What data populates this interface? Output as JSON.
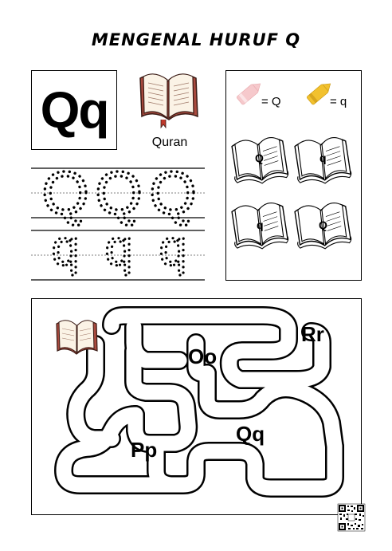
{
  "title": "MENGENAL HURUF Q",
  "letter_card": {
    "letters": "Qq"
  },
  "picture": {
    "word": "Quran",
    "icon": "open-book-icon"
  },
  "tracing": {
    "uppercase_row": [
      "Q",
      "Q",
      "Q"
    ],
    "lowercase_row": [
      "q",
      "q",
      "q"
    ]
  },
  "coloring": {
    "legend": [
      {
        "label": "= Q",
        "crayon_color": "#f6c9cc"
      },
      {
        "label": "= q",
        "crayon_color": "#f2c12e"
      }
    ],
    "books": [
      "Q",
      "q",
      "q",
      "Q"
    ]
  },
  "maze": {
    "labels": {
      "rr": "Rr",
      "oo": "Oo",
      "qq": "Qq",
      "pp": "Pp"
    },
    "icon": "open-book-icon"
  }
}
